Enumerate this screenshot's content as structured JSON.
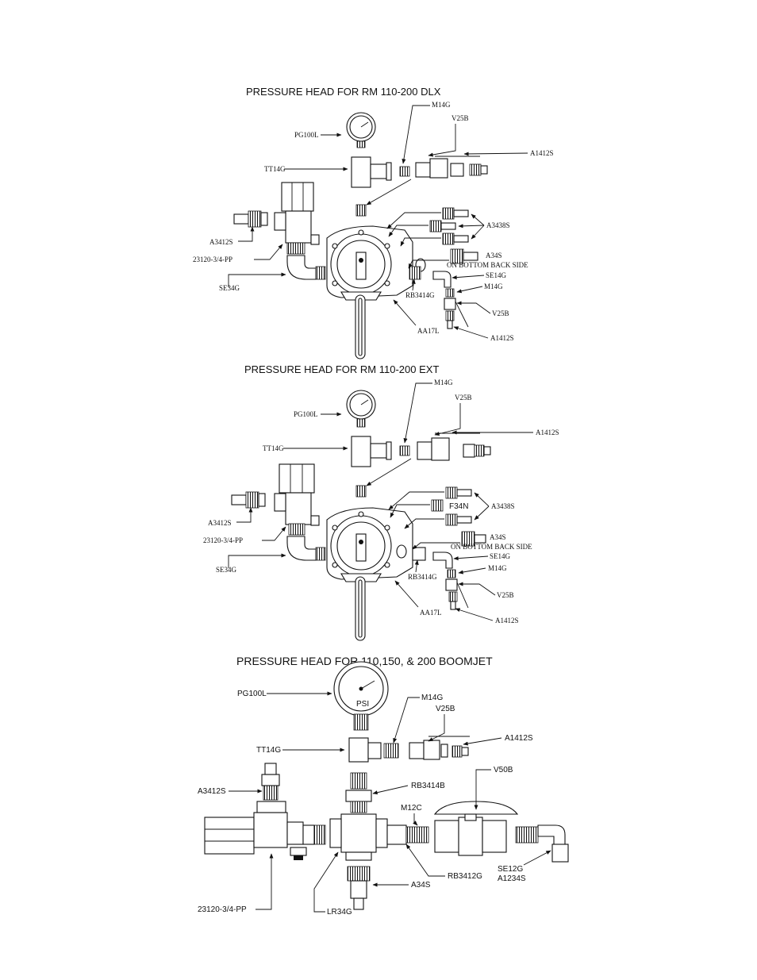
{
  "diagrams": [
    {
      "title": "PRESSURE HEAD FOR RM 110-200 DLX",
      "labels": {
        "m14g_top": "M14G",
        "v25b_top": "V25B",
        "a1412s_top": "A1412S",
        "pg100l": "PG100L",
        "tt14g": "TT14G",
        "a3438s": "A3438S",
        "a3412s": "A3412S",
        "a34s": "A34S",
        "on_bottom": "ON BOTTOM BACK SIDE",
        "pp23120": "23120-3/4-PP",
        "se14g": "SE14G",
        "se34g": "SE34G",
        "m14g_bot": "M14G",
        "rb3414g": "RB3414G",
        "v25b_bot": "V25B",
        "aa17l": "AA17L",
        "a1412s_bot": "A1412S"
      }
    },
    {
      "title": "PRESSURE HEAD FOR RM 110-200 EXT",
      "labels": {
        "m14g_top": "M14G",
        "v25b_top": "V25B",
        "a1412s_top": "A1412S",
        "pg100l": "PG100L",
        "tt14g": "TT14G",
        "f34n": "F34N",
        "a3438s": "A3438S",
        "a3412s": "A3412S",
        "a34s": "A34S",
        "on_bottom": "ON BOTTOM BACK SIDE",
        "pp23120": "23120-3/4-PP",
        "se14g": "SE14G",
        "rb3414g": "RB3414G",
        "m14g_bot": "M14G",
        "se34g": "SE34G",
        "v25b_bot": "V25B",
        "aa17l": "AA17L",
        "a1412s_bot": "A1412S"
      }
    },
    {
      "title": "PRESSURE HEAD FOR 110,150, & 200 BOOMJET",
      "labels": {
        "pg100l": "PG100L",
        "m14g": "M14G",
        "v25b": "V25B",
        "a1412s_a": "A1412S",
        "tt14g": "TT14G",
        "v50b": "V50B",
        "a3412s": "A3412S",
        "rb3414b": "RB3414B",
        "m12c": "M12C",
        "se12g": "SE12G",
        "a1234s": "A1234S",
        "rb3412g": "RB3412G",
        "a34s": "A34S",
        "pp23120": "23120-3/4-PP",
        "lr34g": "LR34G",
        "psi": "PSI"
      }
    }
  ],
  "gauge_text": {
    "psi": "PSI"
  }
}
